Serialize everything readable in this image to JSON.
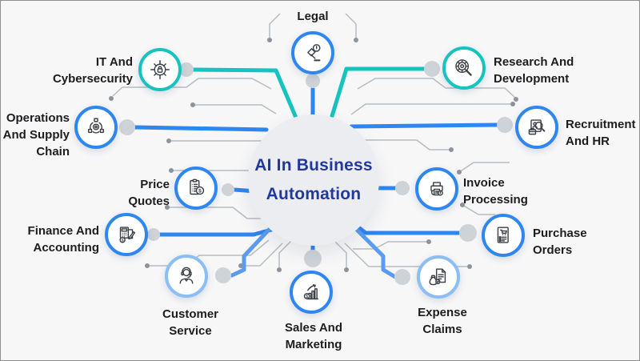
{
  "title": "AI In Business\nAutomation",
  "colors": {
    "accent_blue": "#2e86f0",
    "accent_teal": "#17c3be",
    "accent_light_blue": "#8abef4",
    "connector_light_blue": "#5b9cf0",
    "title_text": "#21389f",
    "label_text": "#1d1d1f",
    "center_fill": "#ecedf0",
    "trace_gray": "#b7bbc0",
    "dot_gray": "#ced3d8",
    "background": "#f7f7f8"
  },
  "nodes": [
    {
      "id": "legal",
      "label": "Legal",
      "icon": "gavel-alert-icon",
      "accent": "#2e86f0"
    },
    {
      "id": "it-cybersecurity",
      "label": "IT And\nCybersecurity",
      "icon": "circuit-lock-icon",
      "accent": "#17c3be"
    },
    {
      "id": "research-development",
      "label": "Research And\nDevelopment",
      "icon": "gear-magnifier-icon",
      "accent": "#17c3be"
    },
    {
      "id": "operations-supply-chain",
      "label": "Operations\nAnd Supply\nChain",
      "icon": "supply-network-icon",
      "accent": "#2e86f0"
    },
    {
      "id": "recruitment-hr",
      "label": "Recruitment\nAnd HR",
      "icon": "candidate-search-icon",
      "accent": "#2e86f0"
    },
    {
      "id": "price-quotes",
      "label": "Price\nQuotes",
      "icon": "quote-list-dollar-icon",
      "accent": "#2e86f0"
    },
    {
      "id": "invoice-processing",
      "label": "Invoice\nProcessing",
      "icon": "invoice-printer-icon",
      "accent": "#2e86f0"
    },
    {
      "id": "finance-accounting",
      "label": "Finance And\nAccounting",
      "icon": "calculator-pencil-icon",
      "accent": "#2e86f0"
    },
    {
      "id": "purchase-orders",
      "label": "Purchase\nOrders",
      "icon": "order-cart-icon",
      "accent": "#2e86f0"
    },
    {
      "id": "customer-service",
      "label": "Customer\nService",
      "icon": "support-agent-icon",
      "accent": "#8abef4"
    },
    {
      "id": "sales-marketing",
      "label": "Sales And\nMarketing",
      "icon": "growth-chart-icon",
      "accent": "#2e86f0"
    },
    {
      "id": "expense-claims",
      "label": "Expense\nClaims",
      "icon": "expense-receipt-icon",
      "accent": "#8abef4"
    }
  ]
}
